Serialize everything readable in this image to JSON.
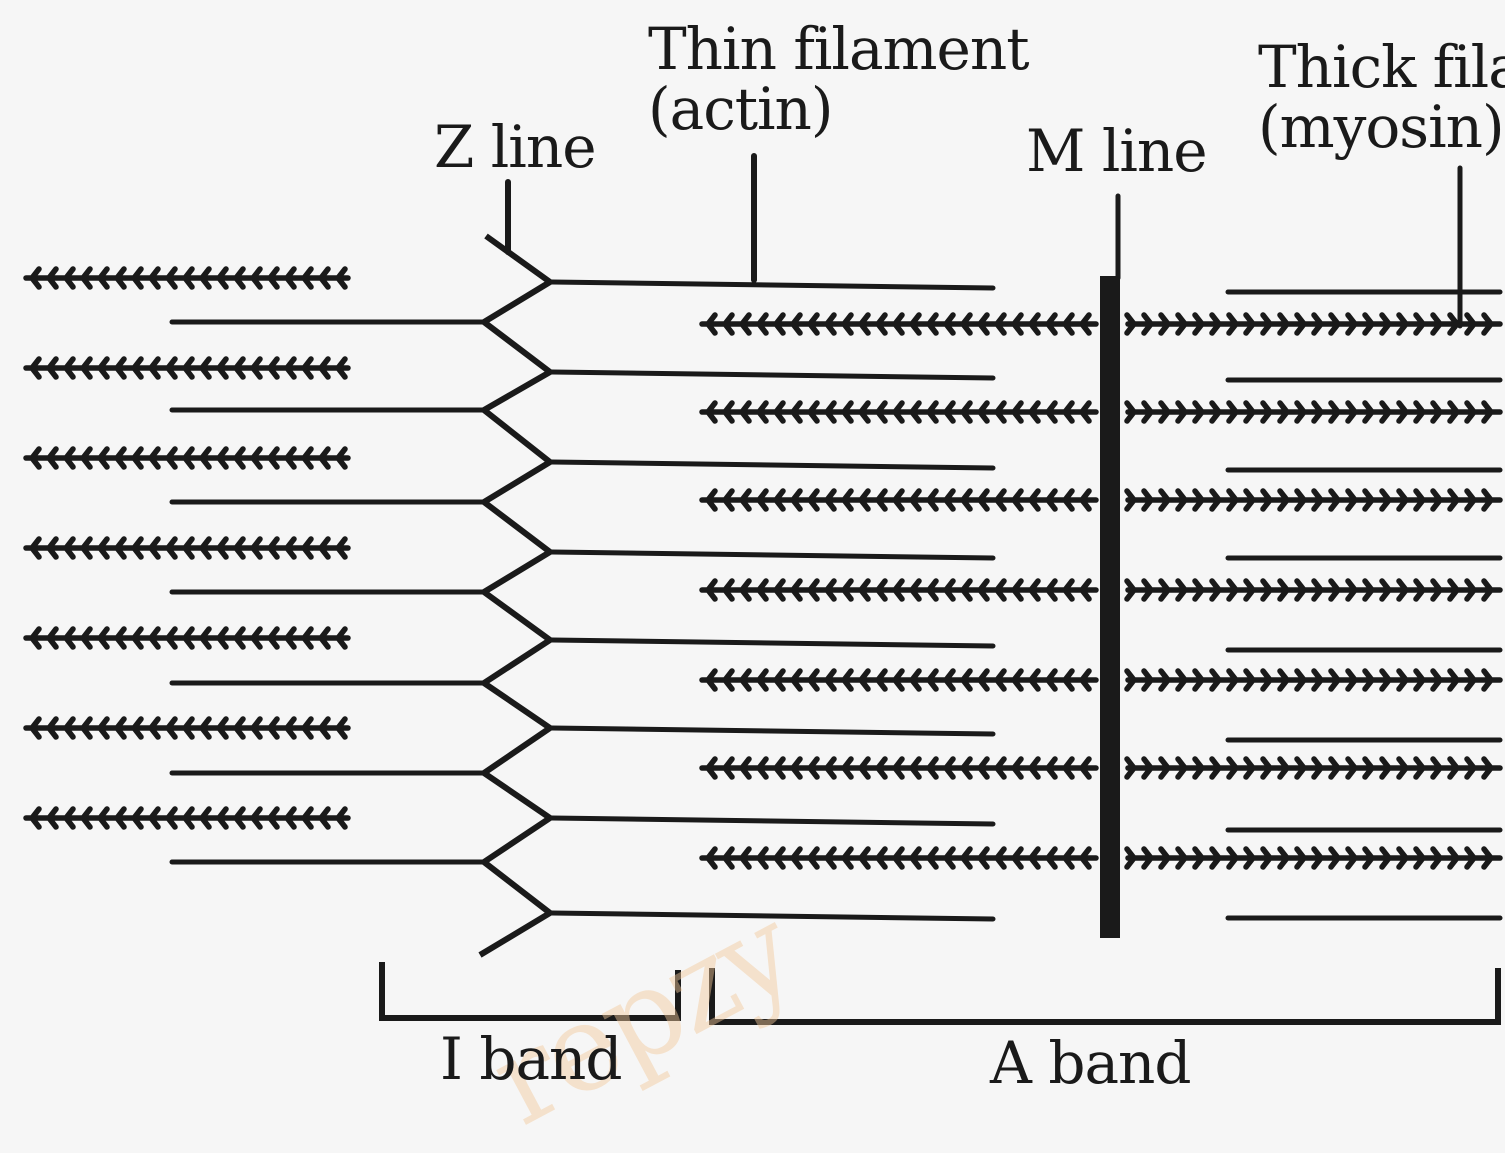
{
  "labels": {
    "z_line": "Z line",
    "thin_filament": "Thin filament",
    "thin_filament_sub": "(actin)",
    "m_line": "M line",
    "thick_filament": "Thick fila",
    "thick_filament_sub": "(myosin)",
    "i_band": "I band",
    "a_band": "A band"
  },
  "watermark": "repzy",
  "colors": {
    "ink": "#1a1a1a",
    "background": "#f6f6f6",
    "watermark": "#f3c99a"
  }
}
